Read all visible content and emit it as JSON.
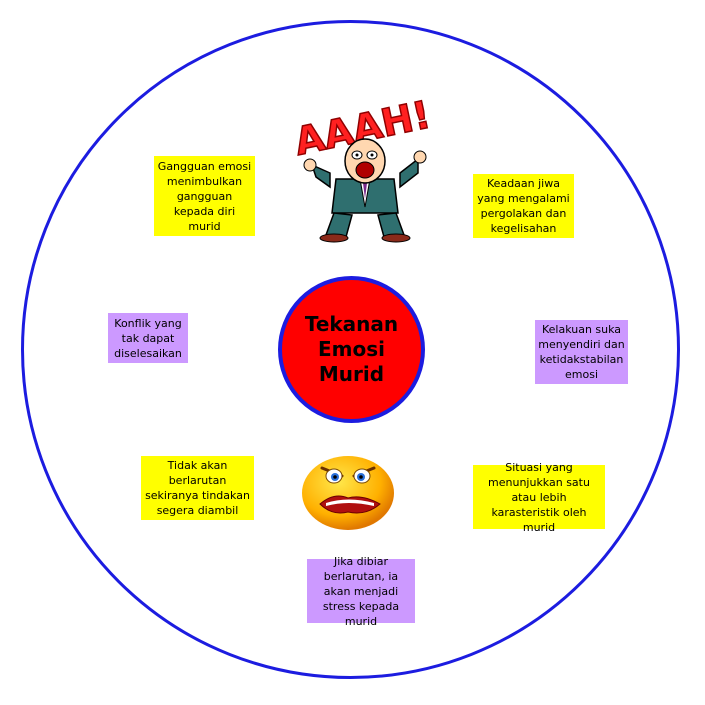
{
  "center": {
    "title": "Tekanan Emosi Murid"
  },
  "boxes": {
    "top_left": "Gangguan emosi menimbulkan gangguan kepada diri murid",
    "top_right": "Keadaan jiwa yang mengalami pergolakan dan kegelisahan",
    "mid_left": "Konflik yang tak dapat diselesaikan",
    "mid_right": "Kelakuan suka menyendiri dan ketidakstabilan emosi",
    "bottom_left": "Tidak akan berlarutan sekiranya tindakan segera diambil",
    "bottom_right": "Situasi yang menunjukkan satu atau lebih karasteristik oleh murid",
    "bottom": "Jika dibiar berlarutan, ia akan menjadi stress kepada murid"
  },
  "clipart": {
    "scream_text": "AAAH!"
  },
  "colors": {
    "outline": "#1c1ce0",
    "center_fill": "#ff0000",
    "yellow": "#ffff00",
    "purple": "#cc99ff"
  }
}
